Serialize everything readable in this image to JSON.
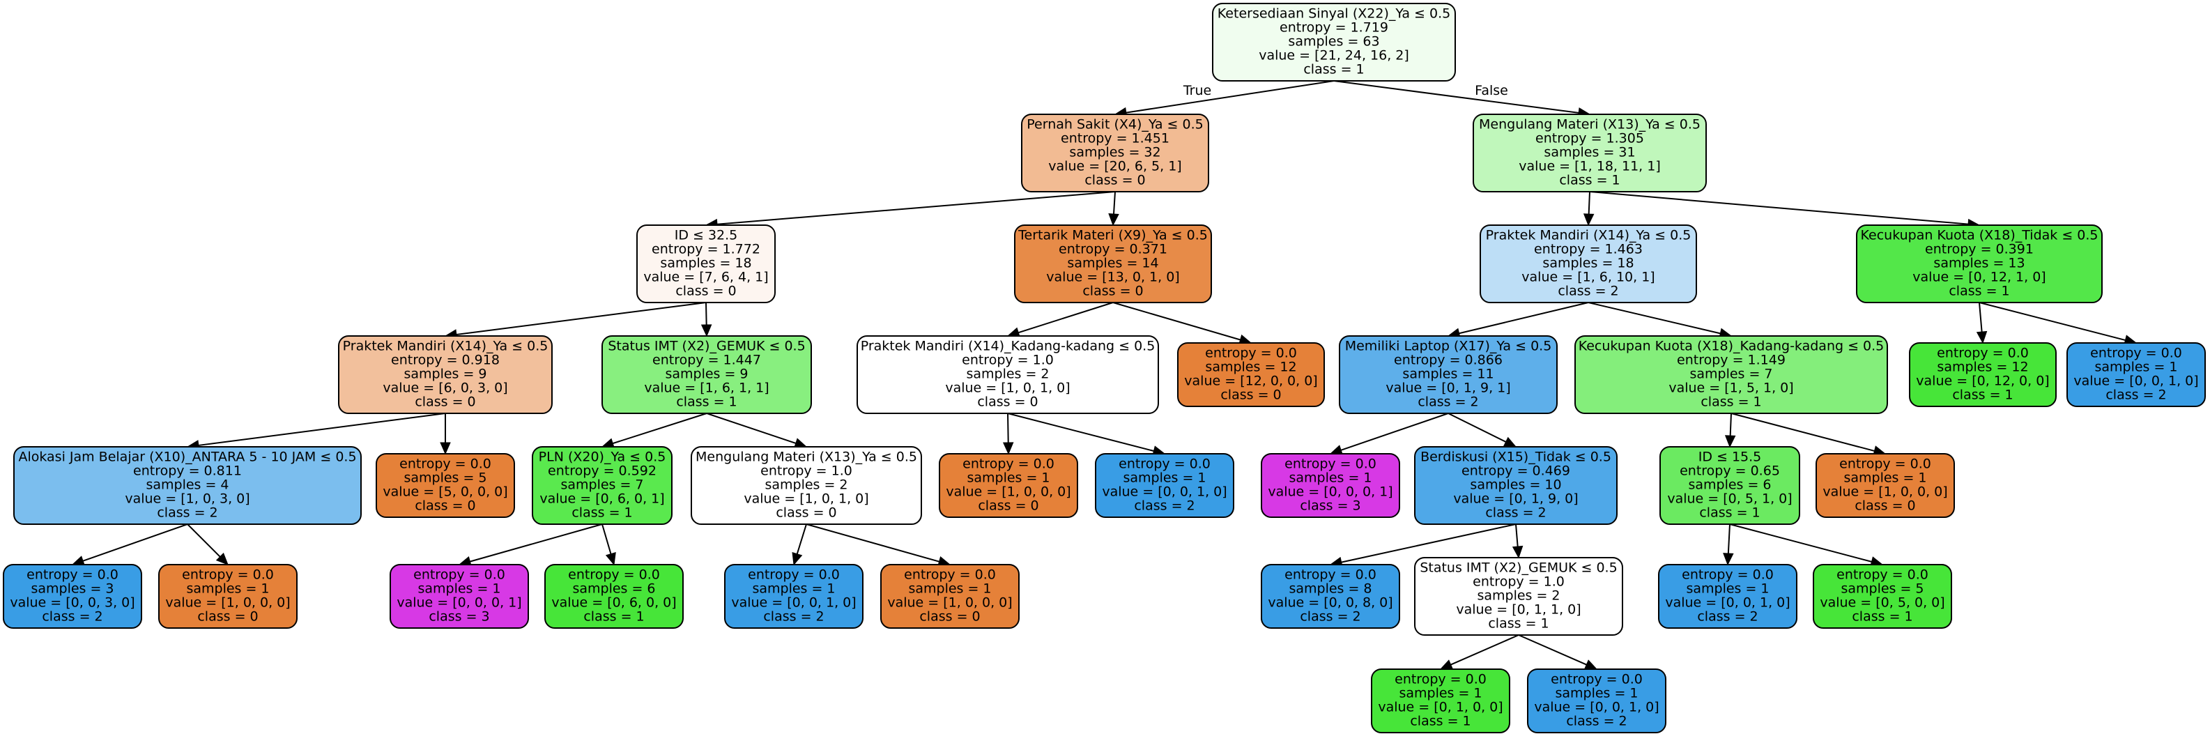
{
  "edge_labels": {
    "true_label": "True",
    "false_label": "False"
  },
  "colors": {
    "orange": "#e58139",
    "green": "#47e539",
    "blue": "#399de5",
    "magenta": "#d739e5"
  },
  "nodes": {
    "n0": {
      "lines": [
        "Ketersediaan Sinyal (X22)_Ya ≤ 0.5",
        "entropy = 1.719",
        "samples = 63",
        "value = [21, 24, 16, 2]",
        "class = 1"
      ],
      "fill": "#f0fdef"
    },
    "n1": {
      "lines": [
        "Pernah Sakit (X4)_Ya ≤ 0.5",
        "entropy = 1.451",
        "samples = 32",
        "value = [20, 6, 5, 1]",
        "class = 0"
      ],
      "fill": "#f2bb93"
    },
    "n2": {
      "lines": [
        "ID ≤ 32.5",
        "entropy = 1.772",
        "samples = 18",
        "value = [7, 6, 4, 1]",
        "class = 0"
      ],
      "fill": "#fdf5f0"
    },
    "n3": {
      "lines": [
        "Praktek Mandiri (X14)_Ya ≤ 0.5",
        "entropy = 0.918",
        "samples = 9",
        "value = [6, 0, 3, 0]",
        "class = 0"
      ],
      "fill": "#f2c09c"
    },
    "n4": {
      "lines": [
        "Alokasi Jam Belajar (X10)_ANTARA 5 - 10 JAM ≤ 0.5",
        "entropy = 0.811",
        "samples = 4",
        "value = [1, 0, 3, 0]",
        "class = 2"
      ],
      "fill": "#7bbeee"
    },
    "n5": {
      "lines": [
        "entropy = 0.0",
        "samples = 3",
        "value = [0, 0, 3, 0]",
        "class = 2"
      ],
      "fill": "#399de5"
    },
    "n6": {
      "lines": [
        "entropy = 0.0",
        "samples = 1",
        "value = [1, 0, 0, 0]",
        "class = 0"
      ],
      "fill": "#e58139"
    },
    "n7": {
      "lines": [
        "entropy = 0.0",
        "samples = 5",
        "value = [5, 0, 0, 0]",
        "class = 0"
      ],
      "fill": "#e58139"
    },
    "n8": {
      "lines": [
        "Status IMT (X2)_GEMUK ≤ 0.5",
        "entropy = 1.447",
        "samples = 9",
        "value = [1, 6, 1, 1]",
        "class = 1"
      ],
      "fill": "#88ef7f"
    },
    "n9": {
      "lines": [
        "PLN (X20)_Ya ≤ 0.5",
        "entropy = 0.592",
        "samples = 7",
        "value = [0, 6, 0, 1]",
        "class = 1"
      ],
      "fill": "#5ae94e"
    },
    "n10": {
      "lines": [
        "entropy = 0.0",
        "samples = 1",
        "value = [0, 0, 0, 1]",
        "class = 3"
      ],
      "fill": "#d739e5"
    },
    "n11": {
      "lines": [
        "entropy = 0.0",
        "samples = 6",
        "value = [0, 6, 0, 0]",
        "class = 1"
      ],
      "fill": "#47e539"
    },
    "n12": {
      "lines": [
        "Mengulang Materi (X13)_Ya ≤ 0.5",
        "entropy = 1.0",
        "samples = 2",
        "value = [1, 0, 1, 0]",
        "class = 0"
      ],
      "fill": "#ffffff"
    },
    "n13": {
      "lines": [
        "entropy = 0.0",
        "samples = 1",
        "value = [0, 0, 1, 0]",
        "class = 2"
      ],
      "fill": "#399de5"
    },
    "n14": {
      "lines": [
        "entropy = 0.0",
        "samples = 1",
        "value = [1, 0, 0, 0]",
        "class = 0"
      ],
      "fill": "#e58139"
    },
    "n15": {
      "lines": [
        "Tertarik Materi (X9)_Ya ≤ 0.5",
        "entropy = 0.371",
        "samples = 14",
        "value = [13, 0, 1, 0]",
        "class = 0"
      ],
      "fill": "#e78b48"
    },
    "n16": {
      "lines": [
        "Praktek Mandiri (X14)_Kadang-kadang ≤ 0.5",
        "entropy = 1.0",
        "samples = 2",
        "value = [1, 0, 1, 0]",
        "class = 0"
      ],
      "fill": "#ffffff"
    },
    "n17": {
      "lines": [
        "entropy = 0.0",
        "samples = 1",
        "value = [1, 0, 0, 0]",
        "class = 0"
      ],
      "fill": "#e58139"
    },
    "n18": {
      "lines": [
        "entropy = 0.0",
        "samples = 1",
        "value = [0, 0, 1, 0]",
        "class = 2"
      ],
      "fill": "#399de5"
    },
    "n19": {
      "lines": [
        "entropy = 0.0",
        "samples = 12",
        "value = [12, 0, 0, 0]",
        "class = 0"
      ],
      "fill": "#e58139"
    },
    "n20": {
      "lines": [
        "Mengulang Materi (X13)_Ya ≤ 0.5",
        "entropy = 1.305",
        "samples = 31",
        "value = [1, 18, 11, 1]",
        "class = 1"
      ],
      "fill": "#c0f7bb"
    },
    "n21": {
      "lines": [
        "Praktek Mandiri (X14)_Ya ≤ 0.5",
        "entropy = 1.463",
        "samples = 18",
        "value = [1, 6, 10, 1]",
        "class = 2"
      ],
      "fill": "#bddef6"
    },
    "n22": {
      "lines": [
        "Memiliki Laptop (X17)_Ya ≤ 0.5",
        "entropy = 0.866",
        "samples = 11",
        "value = [0, 1, 9, 1]",
        "class = 2"
      ],
      "fill": "#5eafea"
    },
    "n23": {
      "lines": [
        "entropy = 0.0",
        "samples = 1",
        "value = [0, 0, 0, 1]",
        "class = 3"
      ],
      "fill": "#d739e5"
    },
    "n24": {
      "lines": [
        "Berdiskusi (X15)_Tidak ≤ 0.5",
        "entropy = 0.469",
        "samples = 10",
        "value = [0, 1, 9, 0]",
        "class = 2"
      ],
      "fill": "#4fa8e8"
    },
    "n25": {
      "lines": [
        "entropy = 0.0",
        "samples = 8",
        "value = [0, 0, 8, 0]",
        "class = 2"
      ],
      "fill": "#399de5"
    },
    "n26": {
      "lines": [
        "Status IMT (X2)_GEMUK ≤ 0.5",
        "entropy = 1.0",
        "samples = 2",
        "value = [0, 1, 1, 0]",
        "class = 1"
      ],
      "fill": "#ffffff"
    },
    "n27": {
      "lines": [
        "entropy = 0.0",
        "samples = 1",
        "value = [0, 1, 0, 0]",
        "class = 1"
      ],
      "fill": "#47e539"
    },
    "n28": {
      "lines": [
        "entropy = 0.0",
        "samples = 1",
        "value = [0, 0, 1, 0]",
        "class = 2"
      ],
      "fill": "#399de5"
    },
    "n29": {
      "lines": [
        "Kecukupan Kuota (X18)_Kadang-kadang ≤ 0.5",
        "entropy = 1.149",
        "samples = 7",
        "value = [1, 5, 1, 0]",
        "class = 1"
      ],
      "fill": "#84ee7b"
    },
    "n30": {
      "lines": [
        "ID ≤ 15.5",
        "entropy = 0.65",
        "samples = 6",
        "value = [0, 5, 1, 0]",
        "class = 1"
      ],
      "fill": "#6bea61"
    },
    "n31": {
      "lines": [
        "entropy = 0.0",
        "samples = 1",
        "value = [0, 0, 1, 0]",
        "class = 2"
      ],
      "fill": "#399de5"
    },
    "n32": {
      "lines": [
        "entropy = 0.0",
        "samples = 5",
        "value = [0, 5, 0, 0]",
        "class = 1"
      ],
      "fill": "#47e539"
    },
    "n33": {
      "lines": [
        "entropy = 0.0",
        "samples = 1",
        "value = [1, 0, 0, 0]",
        "class = 0"
      ],
      "fill": "#e58139"
    },
    "n34": {
      "lines": [
        "Kecukupan Kuota (X18)_Tidak ≤ 0.5",
        "entropy = 0.391",
        "samples = 13",
        "value = [0, 12, 1, 0]",
        "class = 1"
      ],
      "fill": "#53e749"
    },
    "n35": {
      "lines": [
        "entropy = 0.0",
        "samples = 12",
        "value = [0, 12, 0, 0]",
        "class = 1"
      ],
      "fill": "#47e539"
    },
    "n36": {
      "lines": [
        "entropy = 0.0",
        "samples = 1",
        "value = [0, 0, 1, 0]",
        "class = 2"
      ],
      "fill": "#399de5"
    }
  },
  "edges": [
    [
      "n0",
      "n1"
    ],
    [
      "n0",
      "n20"
    ],
    [
      "n1",
      "n2"
    ],
    [
      "n1",
      "n15"
    ],
    [
      "n2",
      "n3"
    ],
    [
      "n2",
      "n8"
    ],
    [
      "n3",
      "n4"
    ],
    [
      "n3",
      "n7"
    ],
    [
      "n4",
      "n5"
    ],
    [
      "n4",
      "n6"
    ],
    [
      "n8",
      "n9"
    ],
    [
      "n8",
      "n12"
    ],
    [
      "n9",
      "n10"
    ],
    [
      "n9",
      "n11"
    ],
    [
      "n12",
      "n13"
    ],
    [
      "n12",
      "n14"
    ],
    [
      "n15",
      "n16"
    ],
    [
      "n15",
      "n19"
    ],
    [
      "n16",
      "n17"
    ],
    [
      "n16",
      "n18"
    ],
    [
      "n20",
      "n21"
    ],
    [
      "n20",
      "n34"
    ],
    [
      "n21",
      "n22"
    ],
    [
      "n21",
      "n29"
    ],
    [
      "n22",
      "n23"
    ],
    [
      "n22",
      "n24"
    ],
    [
      "n24",
      "n25"
    ],
    [
      "n24",
      "n26"
    ],
    [
      "n26",
      "n27"
    ],
    [
      "n26",
      "n28"
    ],
    [
      "n29",
      "n30"
    ],
    [
      "n29",
      "n33"
    ],
    [
      "n30",
      "n31"
    ],
    [
      "n30",
      "n32"
    ],
    [
      "n34",
      "n35"
    ],
    [
      "n34",
      "n36"
    ]
  ]
}
